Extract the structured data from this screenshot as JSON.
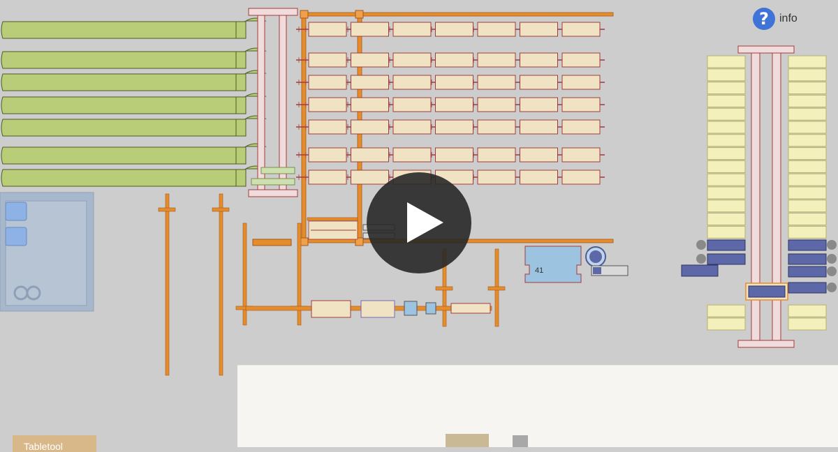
{
  "header": {
    "info_label": "info",
    "info_glyph": "?"
  },
  "machine": {
    "id_label": "41"
  },
  "video": {
    "play_label": "Play"
  },
  "footer": {
    "tab_label": "Tabletool"
  },
  "colors": {
    "background": "#cdcdcd",
    "tank_fill": "#b9cc78",
    "tank_border": "#4a5d24",
    "pipe": "#e58c2c",
    "pipe_border": "#a5591a",
    "rack_fill": "#f0e3c4",
    "rack_border": "#a33a3a",
    "storage_fill": "#f4f0bc",
    "storage_border": "#b7b169",
    "dark_box": "#5d68a8",
    "room_fill": "#a8b8cc",
    "tank_blue": "#9cc3e0",
    "info_blue": "#3f73d8",
    "panel": "#f6f5f2",
    "tab": "#d8b889"
  },
  "icons": [
    "question-icon",
    "play-icon",
    "pump-icon",
    "infinity-icon",
    "gauge-icon"
  ]
}
